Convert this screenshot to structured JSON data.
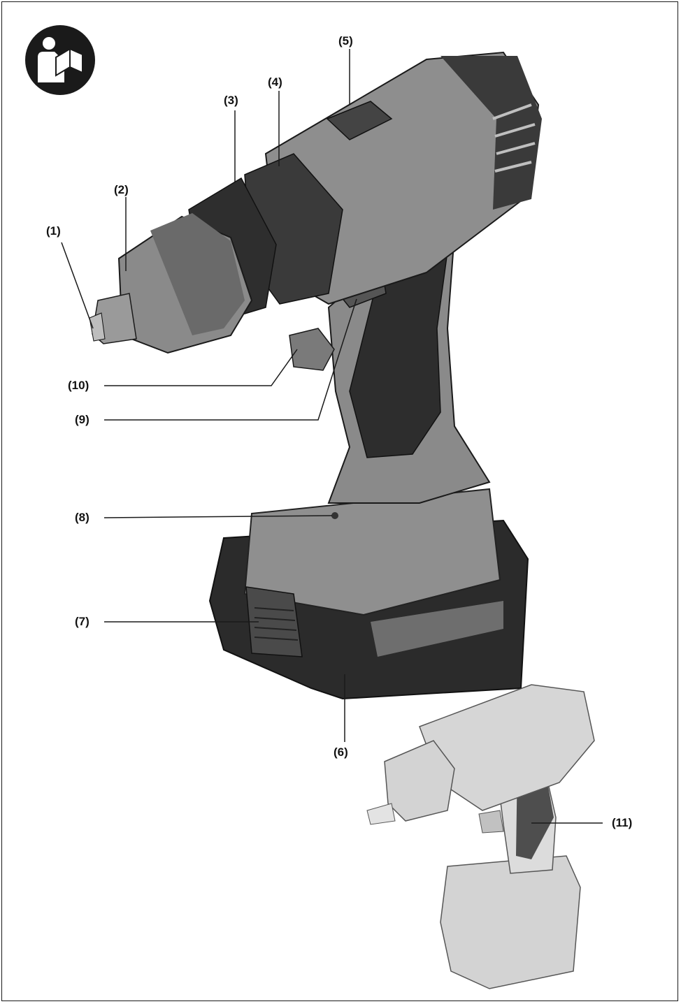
{
  "callouts": {
    "c1": "(1)",
    "c2": "(2)",
    "c3": "(3)",
    "c4": "(4)",
    "c5": "(5)",
    "c6": "(6)",
    "c7": "(7)",
    "c8": "(8)",
    "c9": "(9)",
    "c10": "(10)",
    "c11": "(11)"
  },
  "icons": {
    "manual": "read-manual-icon"
  },
  "colors": {
    "housing": "#8c8c8c",
    "housing_light": "#a9a9a9",
    "housing_dark": "#5e5e5e",
    "rubber": "#2a2a2a",
    "line": "#1a1a1a",
    "secondary_drill": "#d6d6d6"
  }
}
